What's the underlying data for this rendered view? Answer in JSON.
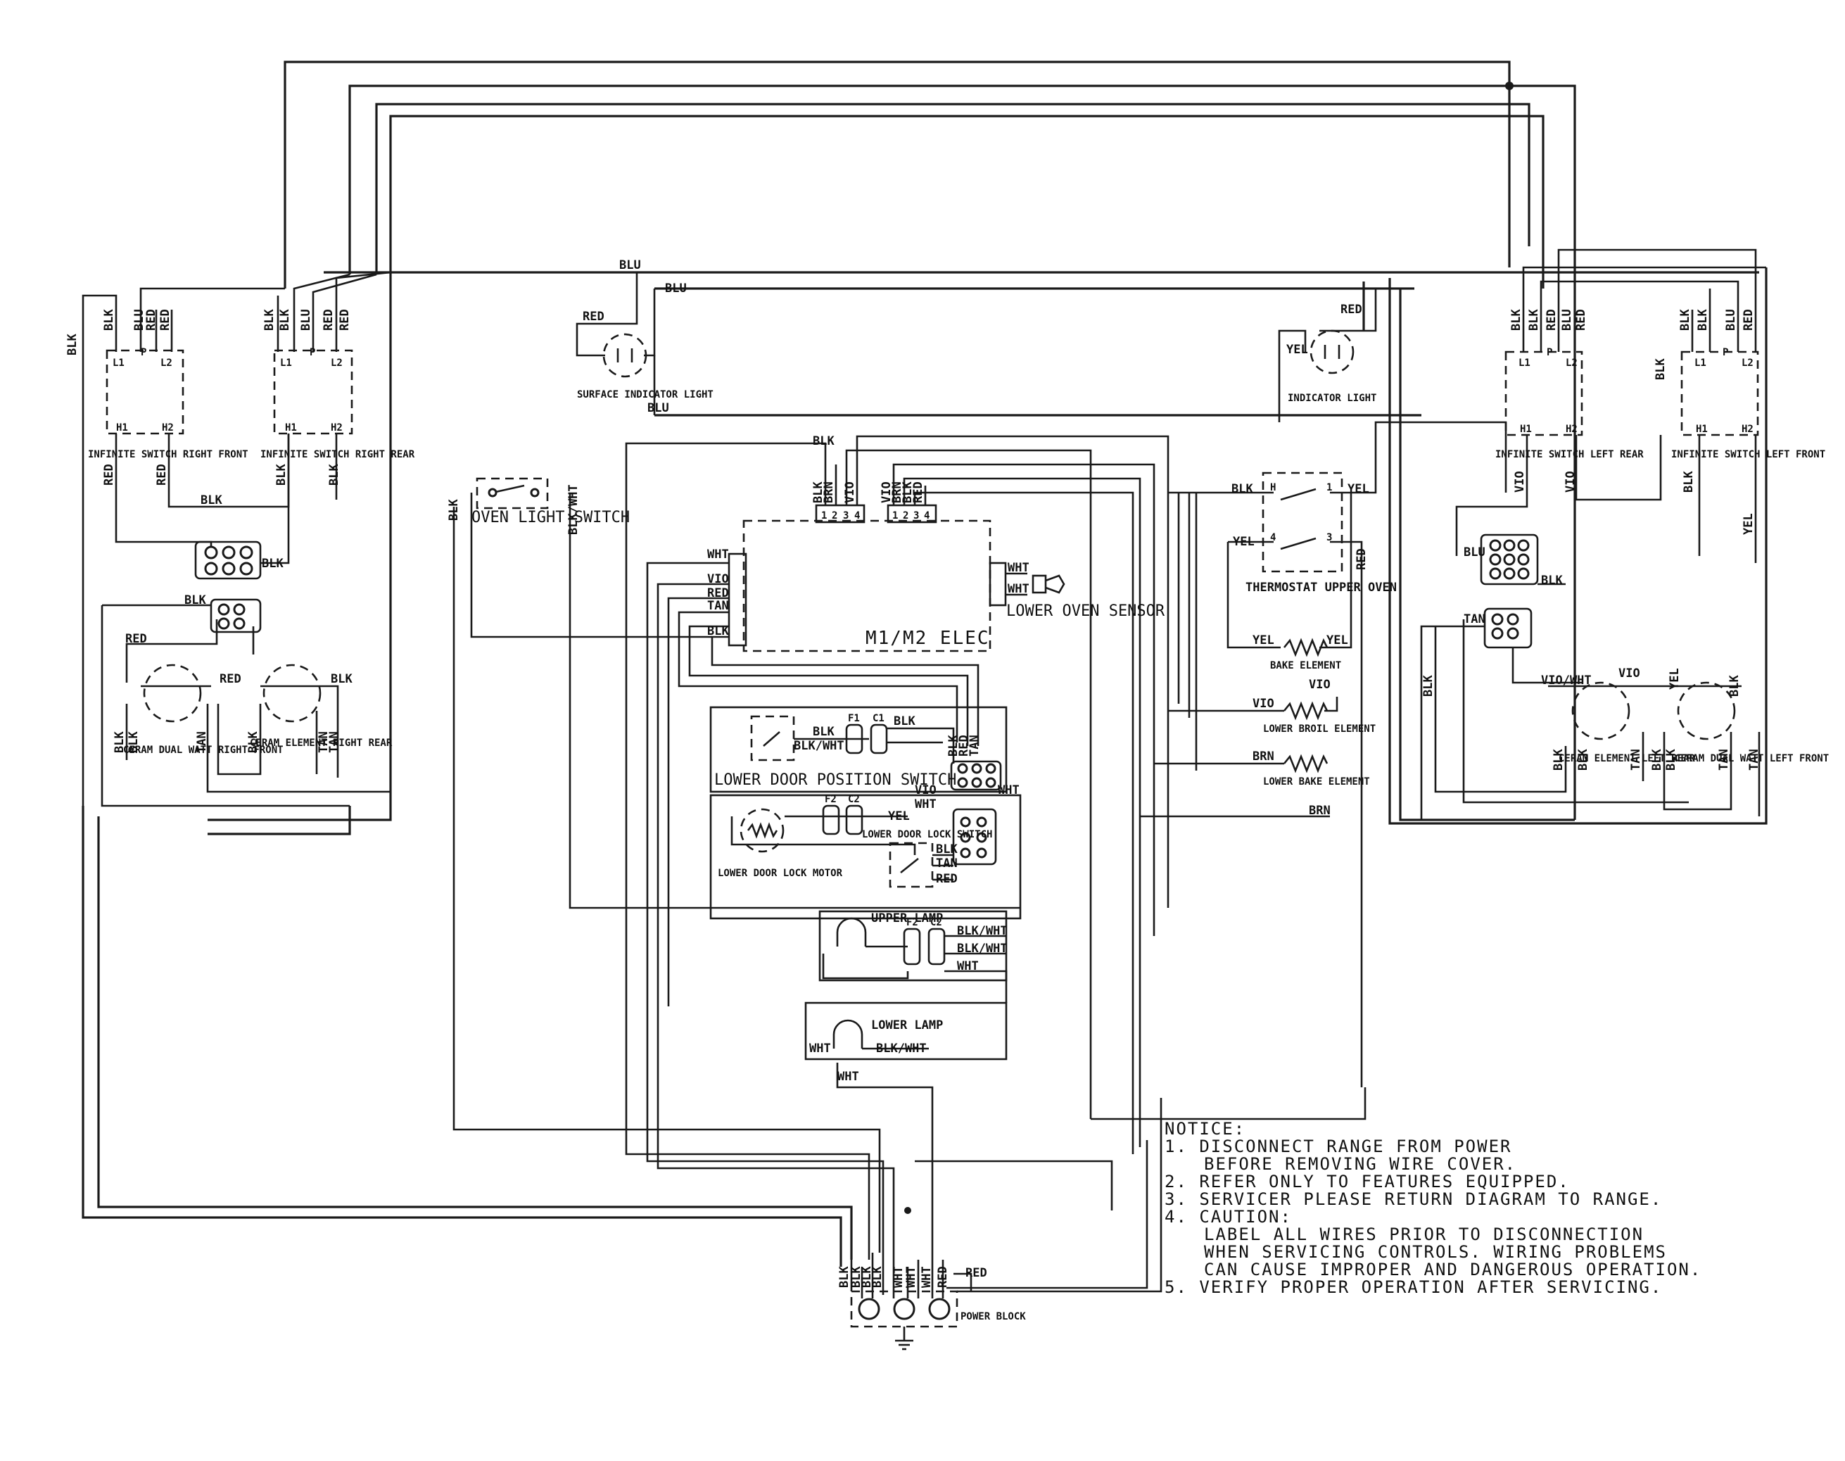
{
  "wire_colors": {
    "blk": "BLK",
    "red": "RED",
    "blu": "BLU",
    "yel": "YEL",
    "vio": "VIO",
    "wht": "WHT",
    "tan": "TAN",
    "brn": "BRN",
    "blk_wht": "BLK/WHT",
    "vio_wht": "VIO/WHT"
  },
  "components": {
    "elec_board": "M1/M2 ELEC",
    "lower_oven_sensor": "LOWER OVEN SENSOR",
    "oven_light_switch": "OVEN LIGHT SWITCH",
    "thermostat_upper_oven": "THERMOSTAT UPPER OVEN",
    "lower_door_position_switch": "LOWER DOOR POSITION SWITCH",
    "lower_door_lock_motor": "LOWER DOOR LOCK MOTOR",
    "lower_door_lock_switch": "LOWER DOOR LOCK SWITCH",
    "upper_lamp": "UPPER LAMP",
    "lower_lamp": "LOWER LAMP",
    "power_block": "POWER BLOCK",
    "surface_indicator_light": "SURFACE INDICATOR LIGHT",
    "indicator_light_right": "INDICATOR LIGHT",
    "infinite_switch_right_front": "INFINITE SWITCH RIGHT FRONT",
    "infinite_switch_right_rear": "INFINITE SWITCH RIGHT REAR",
    "infinite_switch_left_rear": "INFINITE SWITCH LEFT REAR",
    "infinite_switch_left_front": "INFINITE SWITCH LEFT FRONT",
    "element_right_front": "CERAM DUAL WATT RIGHT FRONT",
    "element_right_rear": "CERAM ELEMENT RIGHT REAR",
    "element_left_rear": "CERAM ELEMENT LEFT REAR",
    "element_left_front": "CERAM DUAL WATT LEFT FRONT",
    "bake_element": "BAKE ELEMENT",
    "lower_broil_element": "LOWER BROIL ELEMENT",
    "lower_bake_element": "LOWER BAKE ELEMENT"
  },
  "pin_labels": {
    "p1": "1",
    "p2": "2",
    "p3": "3",
    "p4": "4",
    "h": "H",
    "l1": "L1",
    "l2": "L2",
    "h1": "H1",
    "h2": "H2",
    "f1": "F1",
    "f2": "F2",
    "c1": "C1",
    "c2": "C2",
    "p": "P"
  },
  "notice": {
    "heading": "NOTICE:",
    "items": [
      {
        "num": "1.",
        "lines": [
          "DISCONNECT RANGE FROM POWER",
          "BEFORE REMOVING WIRE COVER."
        ]
      },
      {
        "num": "2.",
        "lines": [
          "REFER ONLY TO FEATURES EQUIPPED."
        ]
      },
      {
        "num": "3.",
        "lines": [
          "SERVICER PLEASE RETURN DIAGRAM TO RANGE."
        ]
      },
      {
        "num": "4.",
        "lines": [
          "CAUTION:",
          "LABEL ALL WIRES PRIOR TO DISCONNECTION",
          "WHEN SERVICING CONTROLS. WIRING PROBLEMS",
          "CAN CAUSE IMPROPER AND DANGEROUS OPERATION."
        ]
      },
      {
        "num": "5.",
        "lines": [
          "VERIFY PROPER OPERATION AFTER SERVICING."
        ]
      }
    ]
  }
}
